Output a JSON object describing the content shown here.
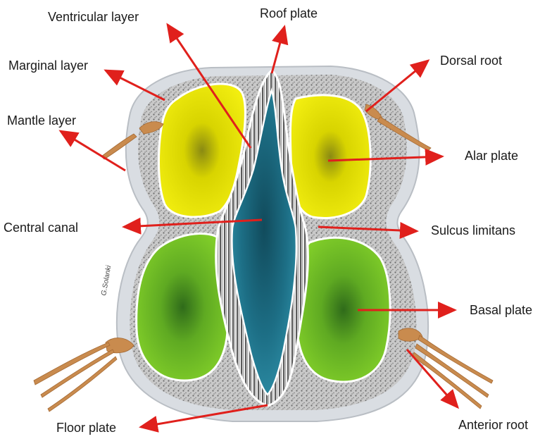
{
  "labels": {
    "ventricular_layer": "Ventricular layer",
    "roof_plate": "Roof plate",
    "marginal_layer": "Marginal layer",
    "dorsal_root": "Dorsal root",
    "mantle_layer": "Mantle layer",
    "alar_plate": "Alar plate",
    "central_canal": "Central canal",
    "sulcus_limitans": "Sulcus limitans",
    "basal_plate": "Basal plate",
    "floor_plate": "Floor plate",
    "anterior_root": "Anterior root"
  },
  "signature": "G.Solanki",
  "colors": {
    "arrow": "#e0201c",
    "alar_plate": "#e6e000",
    "basal_plate": "#6cbf1c",
    "central_canal": "#1f6f86",
    "outer_membrane": "#d9dde2",
    "stipple": "#9a9a9a",
    "nerve_roots": "#c98b4e"
  }
}
